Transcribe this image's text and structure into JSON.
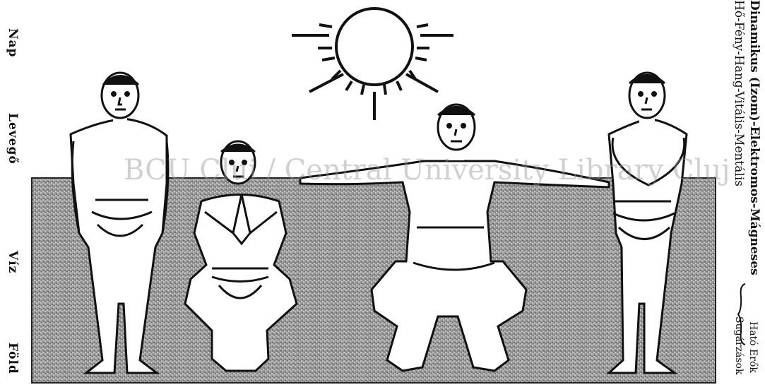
{
  "left_labels": {
    "nap": "Nap",
    "levego": "Levegő",
    "viz": "Víz",
    "fold": "Föld"
  },
  "right_labels": {
    "line1": "Dinamikus (Izom)-Elektromos-Mágneses",
    "line2": "Hő-Fény-Hang-Vitális-Mentális",
    "hato_erok": "Ható Erők",
    "sugarzasok": "Sugárzások"
  },
  "watermark": "BCU Cluj / Central University Library Cluj",
  "colors": {
    "ink": "#111111",
    "earth": "#8a8a8a",
    "paper": "#ffffff"
  }
}
